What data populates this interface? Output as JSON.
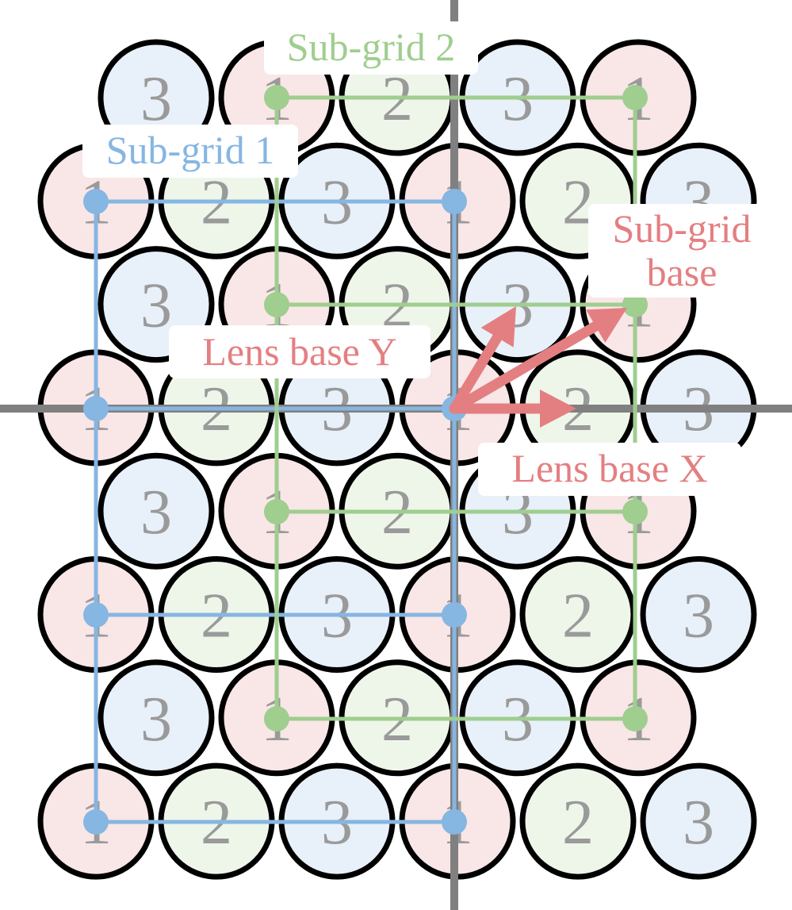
{
  "lens_types": {
    "1": {
      "label": "1",
      "fill": "#f9e6e6"
    },
    "2": {
      "label": "2",
      "fill": "#eef6ea"
    },
    "3": {
      "label": "3",
      "fill": "#e8f0f9"
    }
  },
  "lens_rows": [
    [
      "3",
      "1",
      "2",
      "3",
      "1"
    ],
    [
      "1",
      "2",
      "3",
      "1",
      "2",
      "3"
    ],
    [
      "3",
      "1",
      "2",
      "3",
      "1"
    ],
    [
      "1",
      "2",
      "3",
      "1",
      "2",
      "3"
    ],
    [
      "3",
      "1",
      "2",
      "3",
      "1"
    ],
    [
      "1",
      "2",
      "3",
      "1",
      "2",
      "3"
    ],
    [
      "3",
      "1",
      "2",
      "3",
      "1"
    ],
    [
      "1",
      "2",
      "3",
      "1",
      "2",
      "3"
    ]
  ],
  "colors": {
    "lens_outline": "#000000",
    "lens_number": "#9a9a9a",
    "axis": "#808080",
    "subgrid1": "#86b6e2",
    "subgrid2": "#9fce8f",
    "base_vector": "#e47f81"
  },
  "labels": {
    "subgrid1": "Sub-grid 1",
    "subgrid2": "Sub-grid 2",
    "subgrid_base_line1": "Sub-grid",
    "subgrid_base_line2": "base",
    "lens_base_x": "Lens base X",
    "lens_base_y": "Lens base Y"
  }
}
